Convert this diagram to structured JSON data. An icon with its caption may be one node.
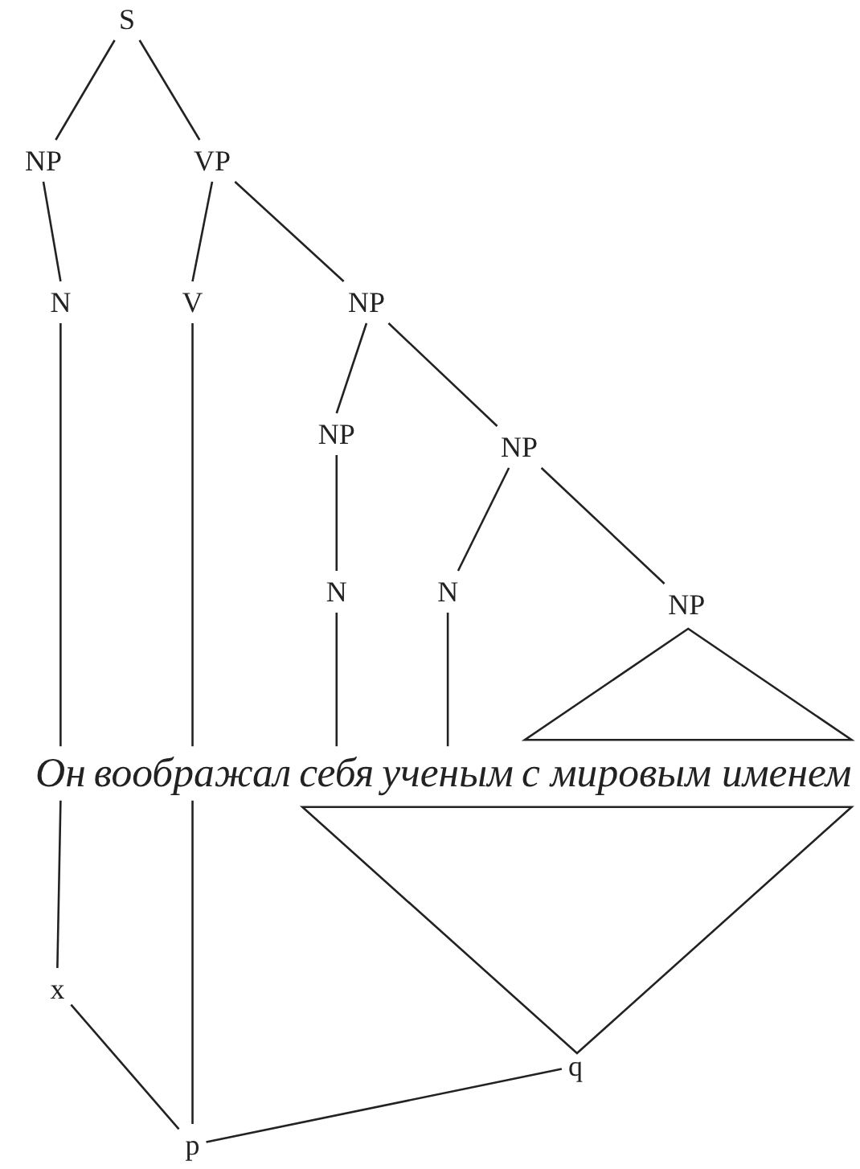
{
  "diagram": {
    "nodes": [
      {
        "text": [
          "S"
        ]
      },
      {
        "text": [
          "NP"
        ]
      },
      {
        "text": [
          "VP"
        ]
      },
      {
        "text": [
          "N"
        ]
      },
      {
        "text": [
          "V"
        ]
      },
      {
        "text": [
          "NP"
        ]
      },
      {
        "text": [
          "NP"
        ]
      },
      {
        "text": [
          "NP"
        ]
      },
      {
        "text": [
          "N"
        ]
      },
      {
        "text": [
          "N"
        ]
      },
      {
        "text": [
          "NP"
        ]
      },
      {
        "text": [],
        "shape": "triangle"
      },
      {
        "text": [
          "Он"
        ]
      },
      {
        "text": [
          "воображал"
        ]
      },
      {
        "text": [
          "себя"
        ]
      },
      {
        "text": [
          "ученым"
        ]
      },
      {
        "text": [
          "с мировым именем"
        ]
      },
      {
        "text": [],
        "shape": "triangle"
      },
      {
        "text": [
          "x"
        ]
      },
      {
        "text": [
          "q"
        ]
      },
      {
        "text": [
          "p"
        ]
      }
    ],
    "edges": [
      {
        "from": 0,
        "to": 1,
        "arrow": "none"
      },
      {
        "from": 0,
        "to": 2,
        "arrow": "none"
      },
      {
        "from": 1,
        "to": 3,
        "arrow": "none"
      },
      {
        "from": 2,
        "to": 4,
        "arrow": "none"
      },
      {
        "from": 2,
        "to": 5,
        "arrow": "none"
      },
      {
        "from": 3,
        "to": 12,
        "arrow": "none"
      },
      {
        "from": 4,
        "to": 13,
        "arrow": "none"
      },
      {
        "from": 5,
        "to": 6,
        "arrow": "none"
      },
      {
        "from": 5,
        "to": 7,
        "arrow": "none"
      },
      {
        "from": 6,
        "to": 8,
        "arrow": "none"
      },
      {
        "from": 7,
        "to": 9,
        "arrow": "none"
      },
      {
        "from": 7,
        "to": 10,
        "arrow": "none"
      },
      {
        "from": 8,
        "to": 14,
        "arrow": "none"
      },
      {
        "from": 9,
        "to": 15,
        "arrow": "none"
      },
      {
        "from": 12,
        "to": 18,
        "arrow": "none"
      },
      {
        "from": 18,
        "to": 20,
        "arrow": "none"
      },
      {
        "from": 13,
        "to": 20,
        "arrow": "none"
      },
      {
        "from": 19,
        "to": 20,
        "arrow": "none"
      }
    ]
  }
}
